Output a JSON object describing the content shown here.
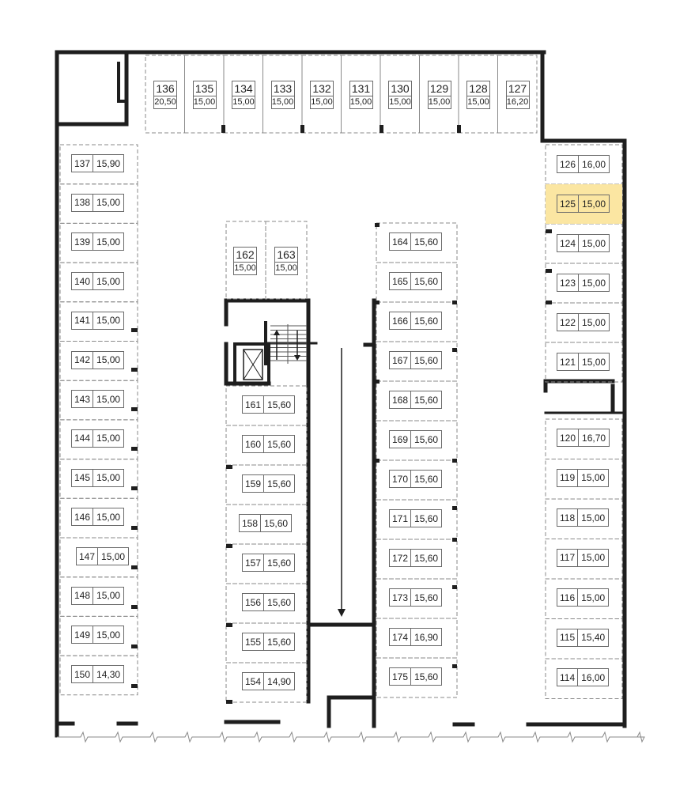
{
  "highlight_color": "#fbe6a2",
  "spots": [
    {
      "id": "136",
      "area": "20,50"
    },
    {
      "id": "135",
      "area": "15,00"
    },
    {
      "id": "134",
      "area": "15,00"
    },
    {
      "id": "133",
      "area": "15,00"
    },
    {
      "id": "132",
      "area": "15,00"
    },
    {
      "id": "131",
      "area": "15,00"
    },
    {
      "id": "130",
      "area": "15,00"
    },
    {
      "id": "129",
      "area": "15,00"
    },
    {
      "id": "128",
      "area": "15,00"
    },
    {
      "id": "127",
      "area": "16,20"
    },
    {
      "id": "137",
      "area": "15,90"
    },
    {
      "id": "138",
      "area": "15,00"
    },
    {
      "id": "139",
      "area": "15,00"
    },
    {
      "id": "140",
      "area": "15,00"
    },
    {
      "id": "141",
      "area": "15,00"
    },
    {
      "id": "142",
      "area": "15,00"
    },
    {
      "id": "143",
      "area": "15,00"
    },
    {
      "id": "144",
      "area": "15,00"
    },
    {
      "id": "145",
      "area": "15,00"
    },
    {
      "id": "146",
      "area": "15,00"
    },
    {
      "id": "147",
      "area": "15,00"
    },
    {
      "id": "148",
      "area": "15,00"
    },
    {
      "id": "149",
      "area": "15,00"
    },
    {
      "id": "150",
      "area": "14,30"
    },
    {
      "id": "162",
      "area": "15,00"
    },
    {
      "id": "163",
      "area": "15,00"
    },
    {
      "id": "161",
      "area": "15,60"
    },
    {
      "id": "160",
      "area": "15,60"
    },
    {
      "id": "159",
      "area": "15,60"
    },
    {
      "id": "158",
      "area": "15,60"
    },
    {
      "id": "157",
      "area": "15,60"
    },
    {
      "id": "156",
      "area": "15,60"
    },
    {
      "id": "155",
      "area": "15,60"
    },
    {
      "id": "154",
      "area": "14,90"
    },
    {
      "id": "164",
      "area": "15,60"
    },
    {
      "id": "165",
      "area": "15,60"
    },
    {
      "id": "166",
      "area": "15,60"
    },
    {
      "id": "167",
      "area": "15,60"
    },
    {
      "id": "168",
      "area": "15,60"
    },
    {
      "id": "169",
      "area": "15,60"
    },
    {
      "id": "170",
      "area": "15,60"
    },
    {
      "id": "171",
      "area": "15,60"
    },
    {
      "id": "172",
      "area": "15,60"
    },
    {
      "id": "173",
      "area": "15,60"
    },
    {
      "id": "174",
      "area": "16,90"
    },
    {
      "id": "175",
      "area": "15,60"
    },
    {
      "id": "126",
      "area": "16,00"
    },
    {
      "id": "125",
      "area": "15,00",
      "selected": true
    },
    {
      "id": "124",
      "area": "15,00"
    },
    {
      "id": "123",
      "area": "15,00"
    },
    {
      "id": "122",
      "area": "15,00"
    },
    {
      "id": "121",
      "area": "15,00"
    },
    {
      "id": "120",
      "area": "16,70"
    },
    {
      "id": "119",
      "area": "15,00"
    },
    {
      "id": "118",
      "area": "15,00"
    },
    {
      "id": "117",
      "area": "15,00"
    },
    {
      "id": "116",
      "area": "15,00"
    },
    {
      "id": "115",
      "area": "15,40"
    },
    {
      "id": "114",
      "area": "16,00"
    }
  ]
}
